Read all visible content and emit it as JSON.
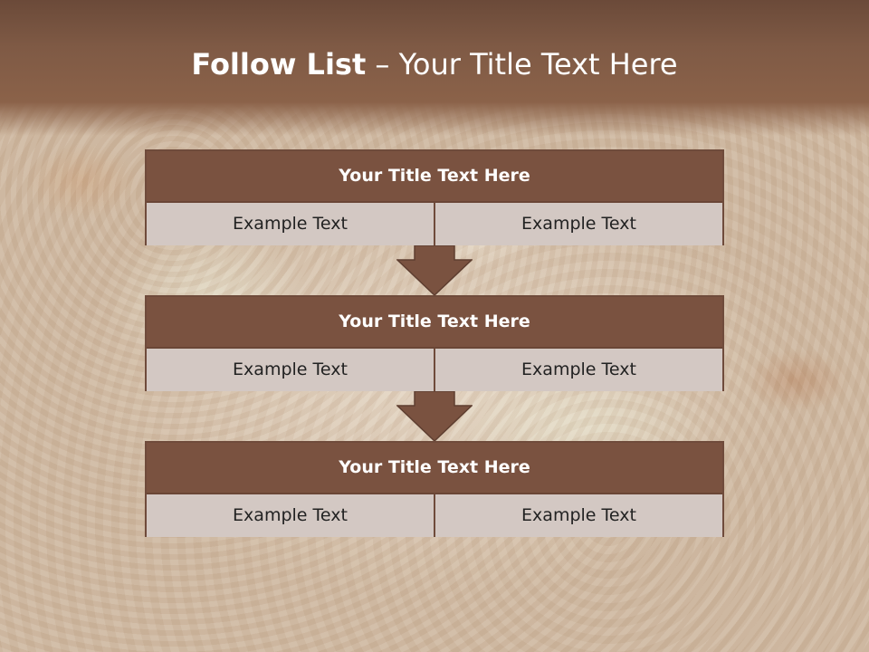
{
  "title": {
    "bold": "Follow List",
    "rest": " – Your Title Text Here"
  },
  "steps": [
    {
      "title": "Your Title Text Here",
      "left": "Example Text",
      "right": "Example Text"
    },
    {
      "title": "Your Title Text Here",
      "left": "Example Text",
      "right": "Example Text"
    },
    {
      "title": "Your Title Text Here",
      "left": "Example Text",
      "right": "Example Text"
    }
  ],
  "colors": {
    "header_band": "#7f5a45",
    "box_header": "#7a5240",
    "box_cell": "#d3c8c3",
    "arrow": "#7a5240"
  }
}
